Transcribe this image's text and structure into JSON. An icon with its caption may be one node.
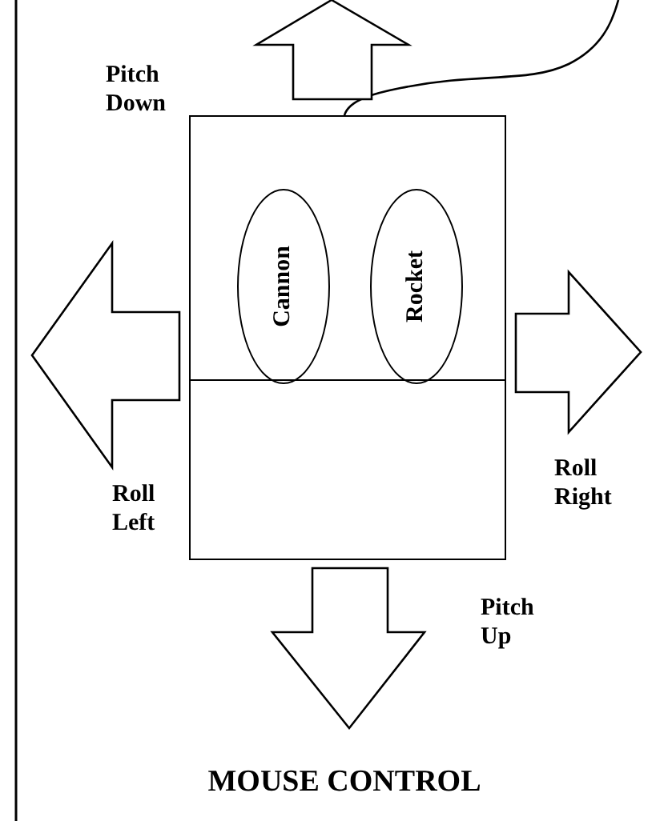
{
  "diagram": {
    "title": "MOUSE CONTROL",
    "nodes": [
      {
        "text": [],
        "shape": "box"
      },
      {
        "text": [
          "Cannon"
        ],
        "in": 0
      },
      {
        "text": [
          "Rocket"
        ],
        "in": 0
      }
    ],
    "edges": [],
    "labels": [
      "Pitch Down",
      "Roll Left",
      "Roll Right",
      "Pitch Up"
    ]
  }
}
